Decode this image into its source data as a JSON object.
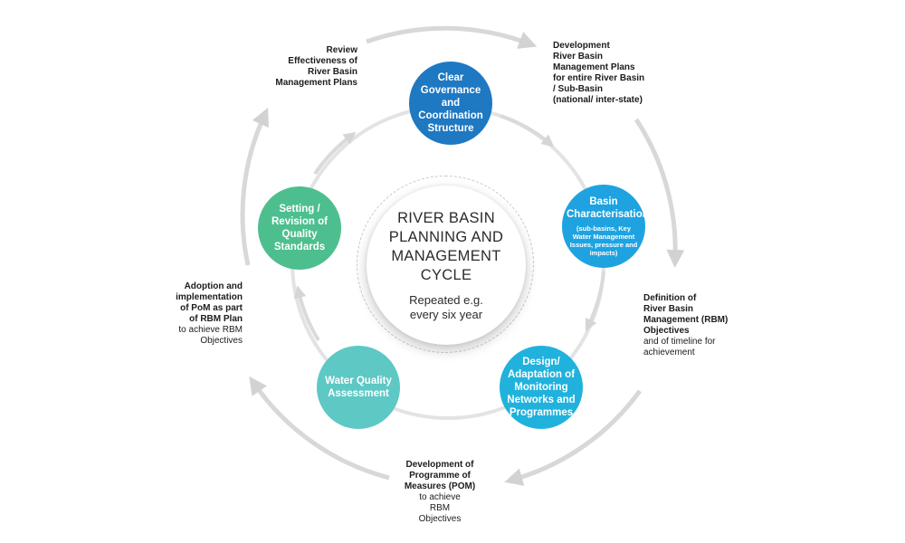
{
  "diagram": {
    "center": {
      "title": "RIVER BASIN PLANNING AND MANAGEMENT CYCLE",
      "subtitle": "Repeated e.g. every six year"
    },
    "colors": {
      "governance": "#1e78c2",
      "basin": "#1ea3e0",
      "design": "#20b2dc",
      "assessment": "#5ec8c4",
      "standards": "#4dbf8e",
      "ring": "#e2e2e2"
    },
    "nodes": [
      {
        "id": "governance",
        "label": "Clear Governance and Coordination Structure",
        "sub": ""
      },
      {
        "id": "basin",
        "label": "Basin Characterisation",
        "sub": "(sub-basins, Key Water Management Issues, pressure and impacts)"
      },
      {
        "id": "design",
        "label": "Design/ Adaptation of Monitoring Networks and Programmes",
        "sub": ""
      },
      {
        "id": "assessment",
        "label": "Water Quality Assessment",
        "sub": ""
      },
      {
        "id": "standards",
        "label": "Setting / Revision of Quality Standards",
        "sub": ""
      }
    ],
    "outer_labels": {
      "review": {
        "bold": "Review\nEffectiveness of\nRiver Basin\nManagement Plans",
        "normal": ""
      },
      "development_plans": {
        "bold": "Development\nRiver Basin\nManagement Plans\nfor entire River Basin\n/ Sub-Basin\n(national/ inter-state)",
        "normal": ""
      },
      "definition": {
        "bold": "Definition of\nRiver Basin\nManagement (RBM)\nObjectives",
        "normal": "and of timeline for\nachievement"
      },
      "pom": {
        "bold": "Development of\nProgramme of\nMeasures (POM)",
        "normal": "to achieve\nRBM\nObjectives"
      },
      "adoption": {
        "bold": "Adoption and\nimplementation\nof PoM as part\nof RBM Plan",
        "normal": "to achieve RBM\nObjectives"
      }
    }
  }
}
